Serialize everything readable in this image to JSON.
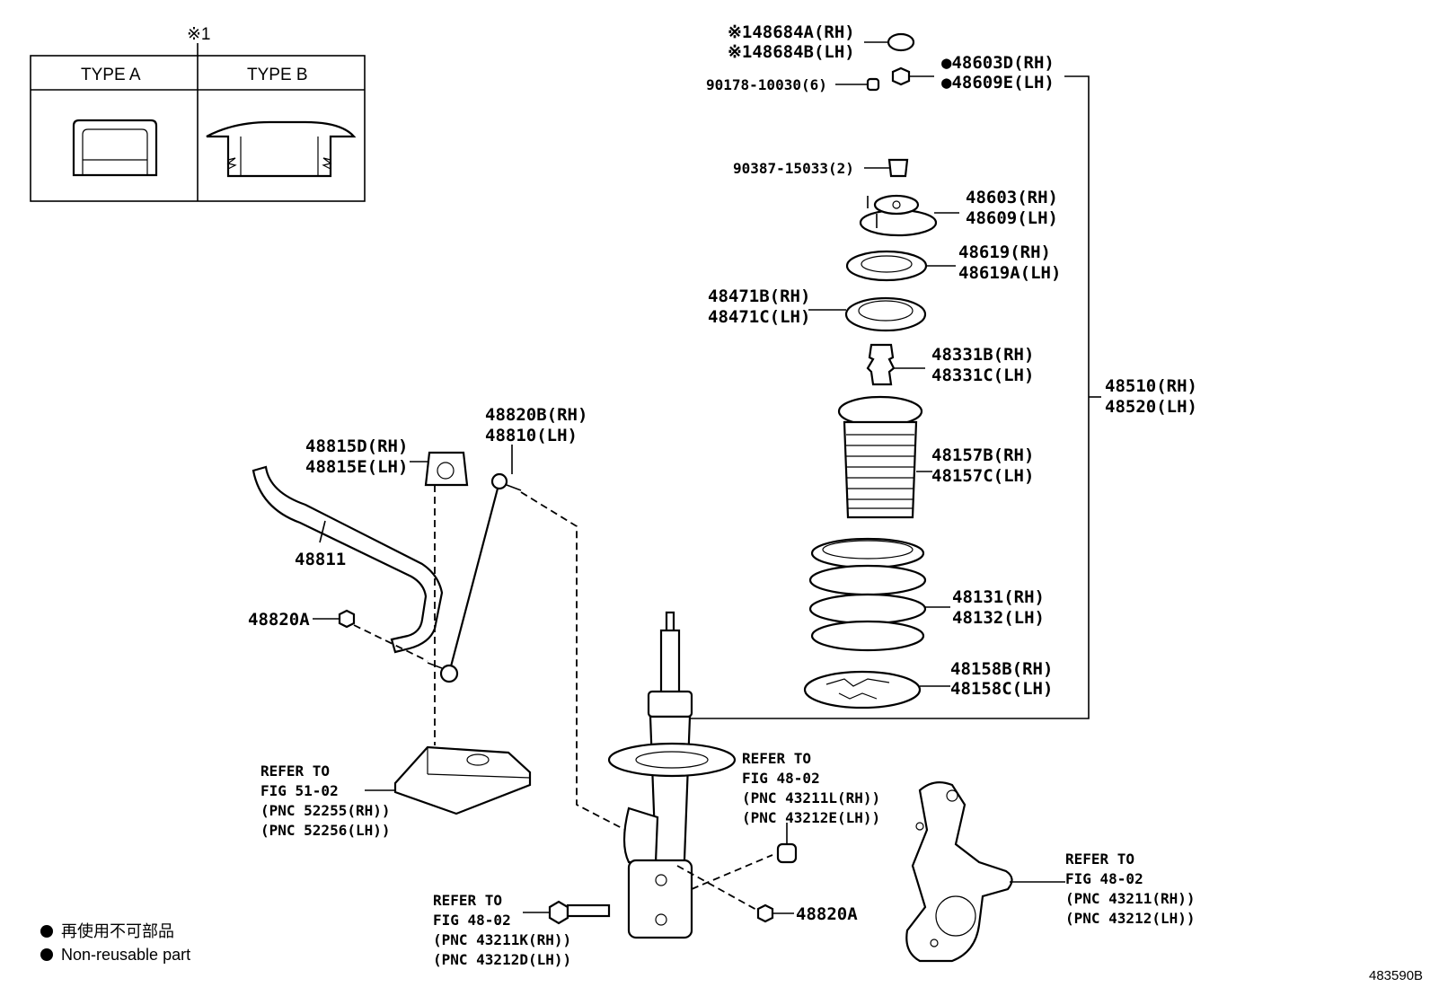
{
  "type_table": {
    "note_mark": "※1",
    "type_a": "TYPE A",
    "type_b": "TYPE B"
  },
  "labels": {
    "cap_rh": "※148684A(RH)",
    "cap_lh": "※148684B(LH)",
    "nut_top_rh": "●48603D(RH)",
    "nut_top_lh": "●48609E(LH)",
    "bolt_90178": "90178-10030(6)",
    "nut_90387": "90387-15033(2)",
    "support_rh": "48603(RH)",
    "support_lh": "48609(LH)",
    "seat_upper_rh": "48619(RH)",
    "seat_upper_lh": "48619A(LH)",
    "bearing_rh": "48471B(RH)",
    "bearing_lh": "48471C(LH)",
    "bumper_rh": "48331B(RH)",
    "bumper_lh": "48331C(LH)",
    "assy_rh": "48510(RH)",
    "assy_lh": "48520(LH)",
    "boot_rh": "48157B(RH)",
    "boot_lh": "48157C(LH)",
    "spring_rh": "48131(RH)",
    "spring_lh": "48132(LH)",
    "insulator_rh": "48158B(RH)",
    "insulator_lh": "48158C(LH)",
    "bushing_rh": "48815D(RH)",
    "bushing_lh": "48815E(LH)",
    "link_rh": "48820B(RH)",
    "link_lh": "48810(LH)",
    "stabilizer_bar": "48811",
    "link_nut_1": "48820A",
    "link_nut_2": "48820A"
  },
  "refs": {
    "crossmember": [
      "REFER TO",
      "FIG 51-02",
      "(PNC 52255(RH))",
      "(PNC 52256(LH))"
    ],
    "strut_bolt": [
      "REFER TO",
      "FIG 48-02",
      "(PNC 43211L(RH))",
      "(PNC 43212E(LH))"
    ],
    "lower_bolt": [
      "REFER TO",
      "FIG 48-02",
      "(PNC 43211K(RH))",
      "(PNC 43212D(LH))"
    ],
    "knuckle": [
      "REFER TO",
      "FIG 48-02",
      "(PNC 43211(RH))",
      "(PNC 43212(LH))"
    ]
  },
  "legend": {
    "jp": "再使用不可部品",
    "en": "Non-reusable part"
  },
  "figure_id": "483590B"
}
